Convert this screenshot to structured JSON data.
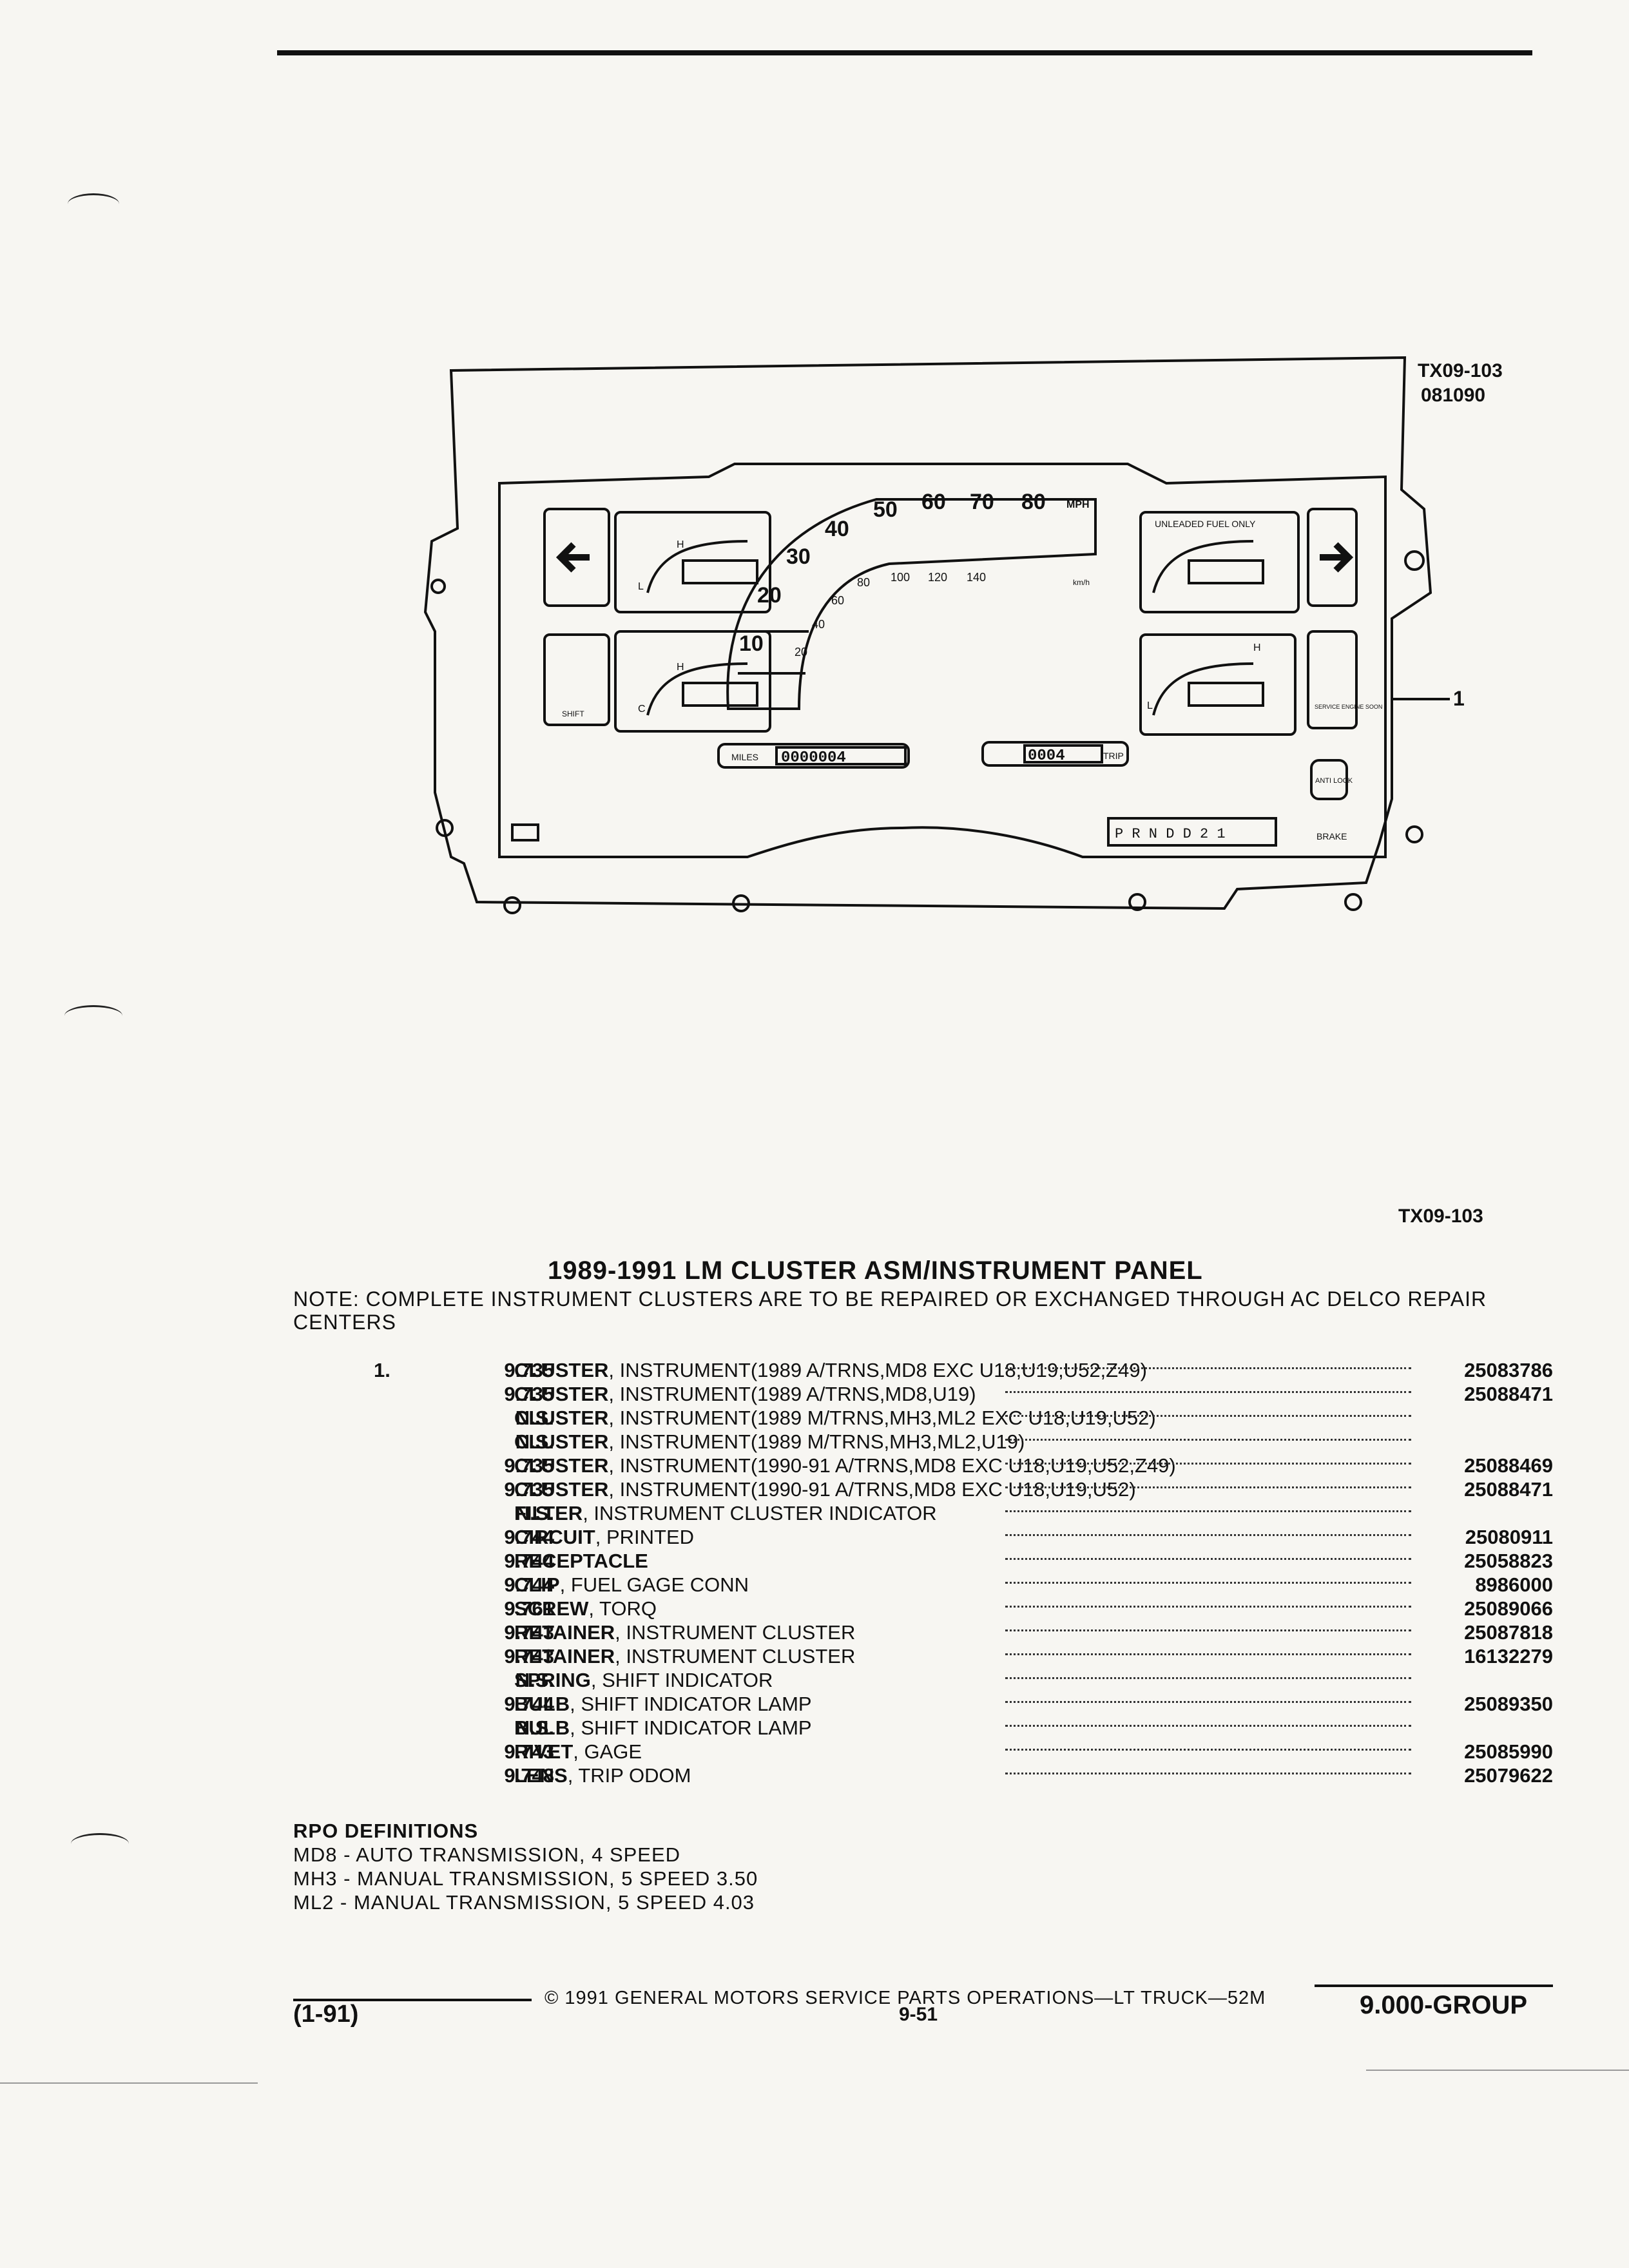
{
  "figure": {
    "code_top": "TX09-103",
    "date_code": "081090",
    "callout": "1",
    "code_bottom": "TX09-103",
    "speedometer": {
      "mph_labels": [
        "10",
        "20",
        "30",
        "40",
        "50",
        "60",
        "70",
        "80"
      ],
      "mph_unit": "MPH",
      "kmh_labels": [
        "20",
        "40",
        "60",
        "80",
        "100",
        "120",
        "140"
      ],
      "kmh_unit": "km/h"
    },
    "fuel_label": "UNLEADED FUEL ONLY",
    "gauge_low": "L",
    "gauge_high": "H",
    "gauge_cold": "C",
    "shift_label": "SHIFT",
    "service_label": "SERVICE ENGINE SOON",
    "antilock_label": "ANTI LOCK",
    "miles_label": "MILES",
    "odometer_digits": "0000004",
    "trip_digits": "0004",
    "trip_label": "TRIP",
    "gear_selector": "P  R N D D 2 1",
    "brake_label": "BRAKE"
  },
  "title": "1989-1991 LM CLUSTER ASM/INSTRUMENT PANEL",
  "note": "NOTE: COMPLETE INSTRUMENT CLUSTERS ARE TO BE REPAIRED OR EXCHANGED THROUGH AC DELCO REPAIR CENTERS",
  "parts": [
    {
      "item": "1.",
      "code": "9.735",
      "name": "CLUSTER",
      "desc": ", INSTRUMENT(1989 A/TRNS,MD8 EXC U18,U19,U52,Z49)",
      "part_no": "25083786"
    },
    {
      "item": "",
      "code": "9.735",
      "name": "CLUSTER",
      "desc": ", INSTRUMENT(1989 A/TRNS,MD8,U19)",
      "part_no": "25088471"
    },
    {
      "item": "",
      "code": "N.S.",
      "name": "CLUSTER",
      "desc": ", INSTRUMENT(1989 M/TRNS,MH3,ML2 EXC U18,U19,U52)",
      "part_no": ""
    },
    {
      "item": "",
      "code": "N.S.",
      "name": "CLUSTER",
      "desc": ", INSTRUMENT(1989 M/TRNS,MH3,ML2,U19)",
      "part_no": ""
    },
    {
      "item": "",
      "code": "9.735",
      "name": "CLUSTER",
      "desc": ", INSTRUMENT(1990-91 A/TRNS,MD8 EXC U18,U19,U52,Z49)",
      "part_no": "25088469"
    },
    {
      "item": "",
      "code": "9.735",
      "name": "CLUSTER",
      "desc": ", INSTRUMENT(1990-91 A/TRNS,MD8 EXC U18,U19,U52)",
      "part_no": "25088471"
    },
    {
      "item": "",
      "code": "N.S.",
      "name": "FILTER",
      "desc": ", INSTRUMENT CLUSTER INDICATOR",
      "part_no": ""
    },
    {
      "item": "",
      "code": "9.744",
      "name": "CIRCUIT",
      "desc": ", PRINTED",
      "part_no": "25080911"
    },
    {
      "item": "",
      "code": "9.744",
      "name": "RECEPTACLE",
      "desc": "",
      "part_no": "25058823"
    },
    {
      "item": "",
      "code": "9.744",
      "name": "CLIP",
      "desc": ", FUEL GAGE CONN",
      "part_no": "8986000"
    },
    {
      "item": "",
      "code": "9.761",
      "name": "SCREW",
      "desc": ", TORQ",
      "part_no": "25089066"
    },
    {
      "item": "",
      "code": "9.743",
      "name": "RETAINER",
      "desc": ", INSTRUMENT CLUSTER",
      "part_no": "25087818"
    },
    {
      "item": "",
      "code": "9.743",
      "name": "RETAINER",
      "desc": ", INSTRUMENT CLUSTER",
      "part_no": "16132279"
    },
    {
      "item": "",
      "code": "N.S.",
      "name": "SPRING",
      "desc": ", SHIFT INDICATOR",
      "part_no": ""
    },
    {
      "item": "",
      "code": "9.744",
      "name": "BULB",
      "desc": ", SHIFT INDICATOR LAMP",
      "part_no": "25089350"
    },
    {
      "item": "",
      "code": "N.S.",
      "name": "BULB",
      "desc": ", SHIFT INDICATOR LAMP",
      "part_no": ""
    },
    {
      "item": "",
      "code": "9.743",
      "name": "RIVET",
      "desc": ", GAGE",
      "part_no": "25085990"
    },
    {
      "item": "",
      "code": "9.748",
      "name": "LENS",
      "desc": ", TRIP ODOM",
      "part_no": "25079622"
    }
  ],
  "rpo": {
    "heading": "RPO DEFINITIONS",
    "lines": [
      "MD8 - AUTO TRANSMISSION, 4 SPEED",
      "MH3 - MANUAL TRANSMISSION, 5 SPEED 3.50",
      "ML2 - MANUAL TRANSMISSION, 5 SPEED 4.03"
    ]
  },
  "footer": {
    "left": "(1-91)",
    "copyright": "© 1991 GENERAL MOTORS SERVICE PARTS OPERATIONS—LT TRUCK—52M",
    "page": "9-51",
    "group": "9.000-GROUP"
  }
}
